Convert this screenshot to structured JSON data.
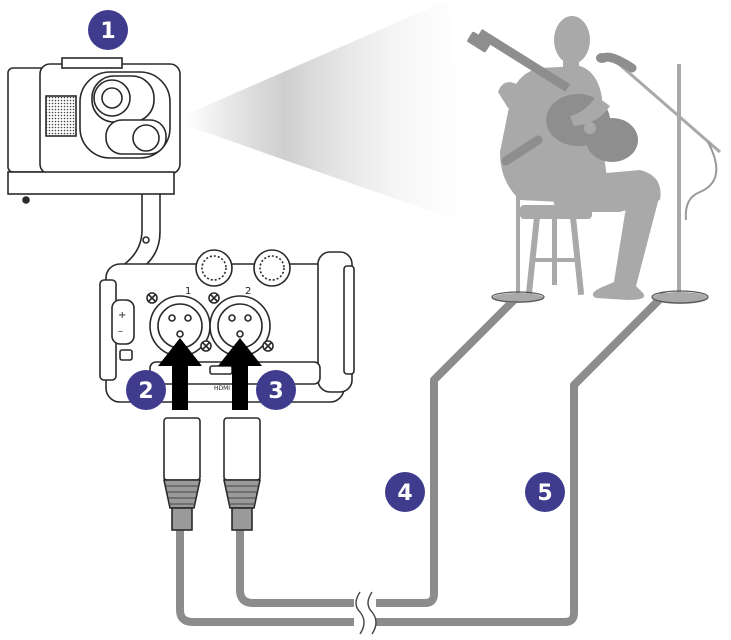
{
  "colors": {
    "badge": "#3f3c8e",
    "cable": "#8c8c8c",
    "silhouette": "#a9a9a9",
    "device_line": "#2a2a2a",
    "arrow": "#000000"
  },
  "callouts": [
    {
      "id": "1",
      "label": "1",
      "target": "camera-mic-capsule"
    },
    {
      "id": "2",
      "label": "2",
      "target": "input-jack-1"
    },
    {
      "id": "3",
      "label": "3",
      "target": "input-jack-2"
    },
    {
      "id": "4",
      "label": "4",
      "target": "guitar-mic-cable"
    },
    {
      "id": "5",
      "label": "5",
      "target": "vocal-mic-cable"
    }
  ],
  "device": {
    "input1_label": "1",
    "input2_label": "2",
    "hdmi_label": "HDMI"
  },
  "icons": [
    "mic-capsule-icon",
    "xlr-jack-icon",
    "xlr-plug-icon",
    "mic-stand-icon",
    "guitarist-silhouette-icon",
    "arrow-up-icon"
  ]
}
